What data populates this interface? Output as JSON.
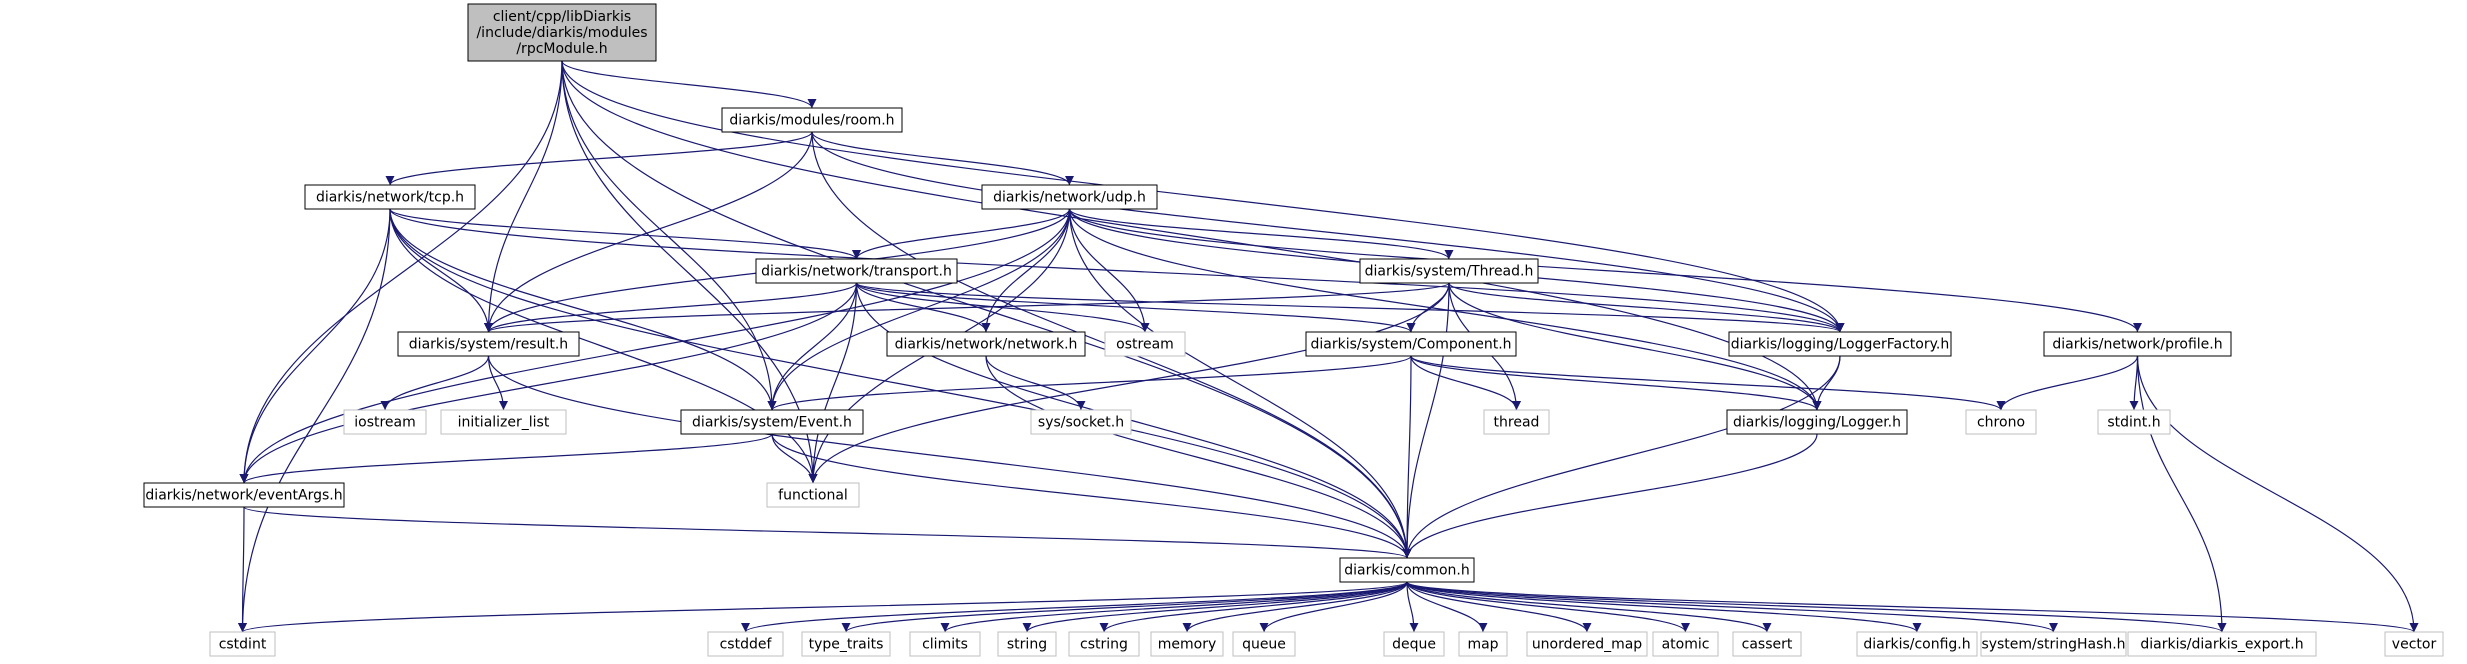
{
  "colors": {
    "edge": "#191970",
    "node_border": "#000000",
    "external_border": "#bfbfbf",
    "root_fill": "#bfbfbf",
    "text": "#000000",
    "background": "#ffffff"
  },
  "nodes": [
    {
      "id": "rpc",
      "type": "root",
      "lines": [
        "client/cpp/libDiarkis",
        "/include/diarkis/modules",
        "/rpcModule.h"
      ]
    },
    {
      "id": "room",
      "type": "internal",
      "lines": [
        "diarkis/modules/room.h"
      ]
    },
    {
      "id": "tcp",
      "type": "internal",
      "lines": [
        "diarkis/network/tcp.h"
      ]
    },
    {
      "id": "udp",
      "type": "internal",
      "lines": [
        "diarkis/network/udp.h"
      ]
    },
    {
      "id": "transport",
      "type": "internal",
      "lines": [
        "diarkis/network/transport.h"
      ]
    },
    {
      "id": "thread_h",
      "type": "internal",
      "lines": [
        "diarkis/system/Thread.h"
      ]
    },
    {
      "id": "result",
      "type": "internal",
      "lines": [
        "diarkis/system/result.h"
      ]
    },
    {
      "id": "network",
      "type": "internal",
      "lines": [
        "diarkis/network/network.h"
      ]
    },
    {
      "id": "ostream",
      "type": "external",
      "lines": [
        "ostream"
      ]
    },
    {
      "id": "component",
      "type": "internal",
      "lines": [
        "diarkis/system/Component.h"
      ]
    },
    {
      "id": "loggerfactory",
      "type": "internal",
      "lines": [
        "diarkis/logging/LoggerFactory.h"
      ]
    },
    {
      "id": "profile",
      "type": "internal",
      "lines": [
        "diarkis/network/profile.h"
      ]
    },
    {
      "id": "iostream",
      "type": "external",
      "lines": [
        "iostream"
      ]
    },
    {
      "id": "initializer_list",
      "type": "external",
      "lines": [
        "initializer_list"
      ]
    },
    {
      "id": "sys_socket",
      "type": "external",
      "lines": [
        "sys/socket.h"
      ]
    },
    {
      "id": "event",
      "type": "internal",
      "lines": [
        "diarkis/system/Event.h"
      ]
    },
    {
      "id": "thread",
      "type": "external",
      "lines": [
        "thread"
      ]
    },
    {
      "id": "logger",
      "type": "internal",
      "lines": [
        "diarkis/logging/Logger.h"
      ]
    },
    {
      "id": "chrono",
      "type": "external",
      "lines": [
        "chrono"
      ]
    },
    {
      "id": "stdint_h",
      "type": "external",
      "lines": [
        "stdint.h"
      ]
    },
    {
      "id": "functional",
      "type": "external",
      "lines": [
        "functional"
      ]
    },
    {
      "id": "eventargs",
      "type": "internal",
      "lines": [
        "diarkis/network/eventArgs.h"
      ]
    },
    {
      "id": "common",
      "type": "internal",
      "lines": [
        "diarkis/common.h"
      ]
    },
    {
      "id": "cstdint",
      "type": "external",
      "lines": [
        "cstdint"
      ]
    },
    {
      "id": "cstddef",
      "type": "external",
      "lines": [
        "cstddef"
      ]
    },
    {
      "id": "type_traits",
      "type": "external",
      "lines": [
        "type_traits"
      ]
    },
    {
      "id": "climits",
      "type": "external",
      "lines": [
        "climits"
      ]
    },
    {
      "id": "string",
      "type": "external",
      "lines": [
        "string"
      ]
    },
    {
      "id": "cstring",
      "type": "external",
      "lines": [
        "cstring"
      ]
    },
    {
      "id": "memory",
      "type": "external",
      "lines": [
        "memory"
      ]
    },
    {
      "id": "queue",
      "type": "external",
      "lines": [
        "queue"
      ]
    },
    {
      "id": "deque",
      "type": "external",
      "lines": [
        "deque"
      ]
    },
    {
      "id": "map",
      "type": "external",
      "lines": [
        "map"
      ]
    },
    {
      "id": "unordered_map",
      "type": "external",
      "lines": [
        "unordered_map"
      ]
    },
    {
      "id": "atomic",
      "type": "external",
      "lines": [
        "atomic"
      ]
    },
    {
      "id": "cassert",
      "type": "external",
      "lines": [
        "cassert"
      ]
    },
    {
      "id": "config",
      "type": "external",
      "lines": [
        "diarkis/config.h"
      ]
    },
    {
      "id": "stringhash",
      "type": "external",
      "lines": [
        "system/stringHash.h"
      ]
    },
    {
      "id": "diarkis_export",
      "type": "external",
      "lines": [
        "diarkis/diarkis_export.h"
      ]
    },
    {
      "id": "vector",
      "type": "external",
      "lines": [
        "vector"
      ]
    }
  ],
  "edges": [
    [
      "rpc",
      "room"
    ],
    [
      "rpc",
      "result"
    ],
    [
      "rpc",
      "event"
    ],
    [
      "rpc",
      "eventargs"
    ],
    [
      "rpc",
      "functional"
    ],
    [
      "rpc",
      "loggerfactory"
    ],
    [
      "rpc",
      "logger"
    ],
    [
      "rpc",
      "common"
    ],
    [
      "room",
      "tcp"
    ],
    [
      "room",
      "udp"
    ],
    [
      "room",
      "result"
    ],
    [
      "room",
      "loggerfactory"
    ],
    [
      "room",
      "common"
    ],
    [
      "tcp",
      "transport"
    ],
    [
      "tcp",
      "result"
    ],
    [
      "tcp",
      "event"
    ],
    [
      "tcp",
      "eventargs"
    ],
    [
      "tcp",
      "functional"
    ],
    [
      "tcp",
      "cstdint"
    ],
    [
      "tcp",
      "common"
    ],
    [
      "tcp",
      "loggerfactory"
    ],
    [
      "udp",
      "transport"
    ],
    [
      "udp",
      "thread_h"
    ],
    [
      "udp",
      "result"
    ],
    [
      "udp",
      "network"
    ],
    [
      "udp",
      "ostream"
    ],
    [
      "udp",
      "event"
    ],
    [
      "udp",
      "eventargs"
    ],
    [
      "udp",
      "functional"
    ],
    [
      "udp",
      "common"
    ],
    [
      "udp",
      "loggerfactory"
    ],
    [
      "udp",
      "logger"
    ],
    [
      "udp",
      "profile"
    ],
    [
      "transport",
      "result"
    ],
    [
      "transport",
      "network"
    ],
    [
      "transport",
      "ostream"
    ],
    [
      "transport",
      "component"
    ],
    [
      "transport",
      "event"
    ],
    [
      "transport",
      "eventargs"
    ],
    [
      "transport",
      "functional"
    ],
    [
      "transport",
      "common"
    ],
    [
      "transport",
      "loggerfactory"
    ],
    [
      "thread_h",
      "result"
    ],
    [
      "thread_h",
      "component"
    ],
    [
      "thread_h",
      "thread"
    ],
    [
      "thread_h",
      "functional"
    ],
    [
      "thread_h",
      "common"
    ],
    [
      "thread_h",
      "loggerfactory"
    ],
    [
      "thread_h",
      "logger"
    ],
    [
      "result",
      "iostream"
    ],
    [
      "result",
      "initializer_list"
    ],
    [
      "result",
      "common"
    ],
    [
      "network",
      "sys_socket"
    ],
    [
      "network",
      "common"
    ],
    [
      "component",
      "event"
    ],
    [
      "component",
      "thread"
    ],
    [
      "component",
      "chrono"
    ],
    [
      "component",
      "logger"
    ],
    [
      "component",
      "common"
    ],
    [
      "loggerfactory",
      "logger"
    ],
    [
      "loggerfactory",
      "common"
    ],
    [
      "profile",
      "chrono"
    ],
    [
      "profile",
      "stdint_h"
    ],
    [
      "profile",
      "diarkis_export"
    ],
    [
      "profile",
      "vector"
    ],
    [
      "event",
      "functional"
    ],
    [
      "event",
      "eventargs"
    ],
    [
      "event",
      "common"
    ],
    [
      "logger",
      "common"
    ],
    [
      "eventargs",
      "cstdint"
    ],
    [
      "eventargs",
      "common"
    ],
    [
      "common",
      "cstdint"
    ],
    [
      "common",
      "cstddef"
    ],
    [
      "common",
      "type_traits"
    ],
    [
      "common",
      "climits"
    ],
    [
      "common",
      "string"
    ],
    [
      "common",
      "cstring"
    ],
    [
      "common",
      "memory"
    ],
    [
      "common",
      "queue"
    ],
    [
      "common",
      "deque"
    ],
    [
      "common",
      "map"
    ],
    [
      "common",
      "unordered_map"
    ],
    [
      "common",
      "atomic"
    ],
    [
      "common",
      "cassert"
    ],
    [
      "common",
      "config"
    ],
    [
      "common",
      "stringhash"
    ],
    [
      "common",
      "diarkis_export"
    ],
    [
      "common",
      "vector"
    ]
  ]
}
